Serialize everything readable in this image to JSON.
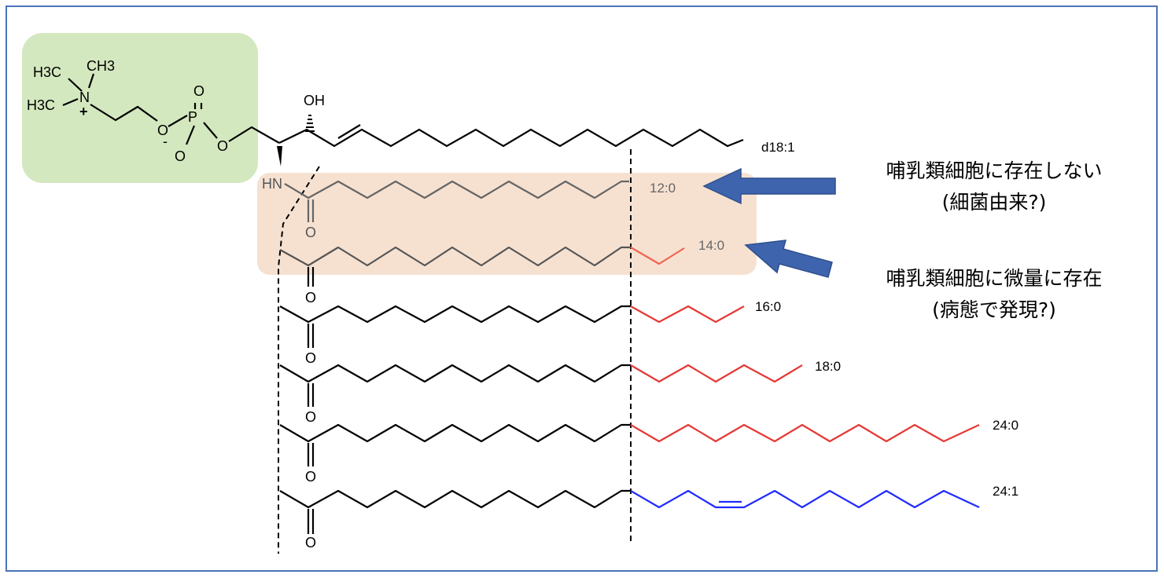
{
  "headgroup": {
    "h3c_top": "H3C",
    "ch3": "CH3",
    "h3c_left": "H3C",
    "n_plus": "N",
    "plus": "+",
    "o1": "O",
    "p": "P",
    "o_double": "O",
    "o_minus": "O",
    "minus": "-",
    "o2": "O"
  },
  "backbone": {
    "oh": "OH",
    "hn": "HN",
    "label": "d18:1"
  },
  "chains": [
    {
      "label": "12:0",
      "o": "O"
    },
    {
      "label": "14:0",
      "o": "O"
    },
    {
      "label": "16:0",
      "o": "O"
    },
    {
      "label": "18:0",
      "o": "O"
    },
    {
      "label": "24:0",
      "o": "O"
    },
    {
      "label": "24:1",
      "o": "O"
    }
  ],
  "annotations": {
    "top_line1": "哺乳類細胞に存在しない",
    "top_line2": "(細菌由来?)",
    "bottom_line1": "哺乳類細胞に微量に存在",
    "bottom_line2": "(病態で発現?)"
  },
  "colors": {
    "border": "#4a74b8",
    "headgroup_highlight": "#d4e8bf",
    "short_chain_highlight": "#f6e1d1",
    "arrow": "#3f64ae",
    "extension_saturated": "#e53935",
    "extension_unsaturated": "#1f2bff",
    "grey_chain": "#666666"
  }
}
